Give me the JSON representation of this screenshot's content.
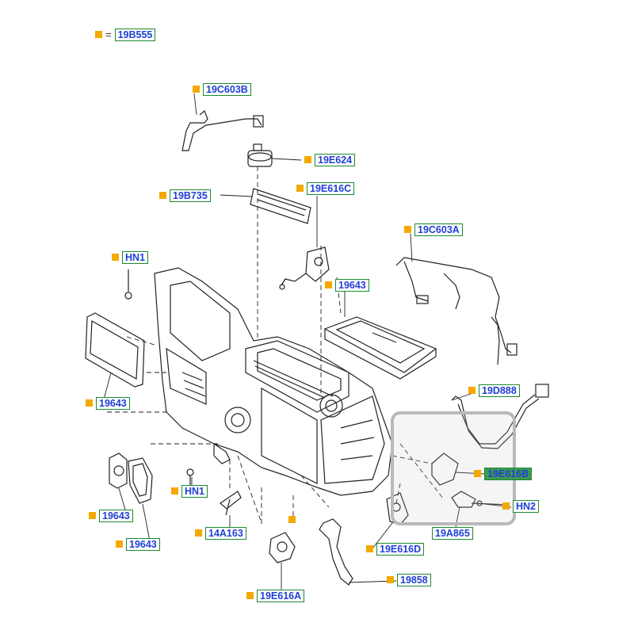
{
  "legend": {
    "symbol_eq": "=",
    "ref": "19B555"
  },
  "callouts": {
    "c19c603b": "19C603B",
    "c19e624": "19E624",
    "c19b735": "19B735",
    "c19e616c": "19E616C",
    "c19c603a": "19C603A",
    "chn1_top": "HN1",
    "c19643_filter": "19643",
    "c19643_left": "19643",
    "c19d888": "19D888",
    "c19e616b": "19E616B",
    "chn2": "HN2",
    "c19a865": "19A865",
    "c19643_sm1": "19643",
    "c19643_sm2": "19643",
    "chn1_low": "HN1",
    "c14a163": "14A163",
    "c19e616d": "19E616D",
    "c19858": "19858",
    "c19e616a": "19E616A"
  },
  "colors": {
    "marker": "#f5a800",
    "tag_border": "#1b8a2f",
    "tag_text": "#1f3fd6",
    "highlight_fill": "#3f9a4f",
    "line": "#222222"
  }
}
